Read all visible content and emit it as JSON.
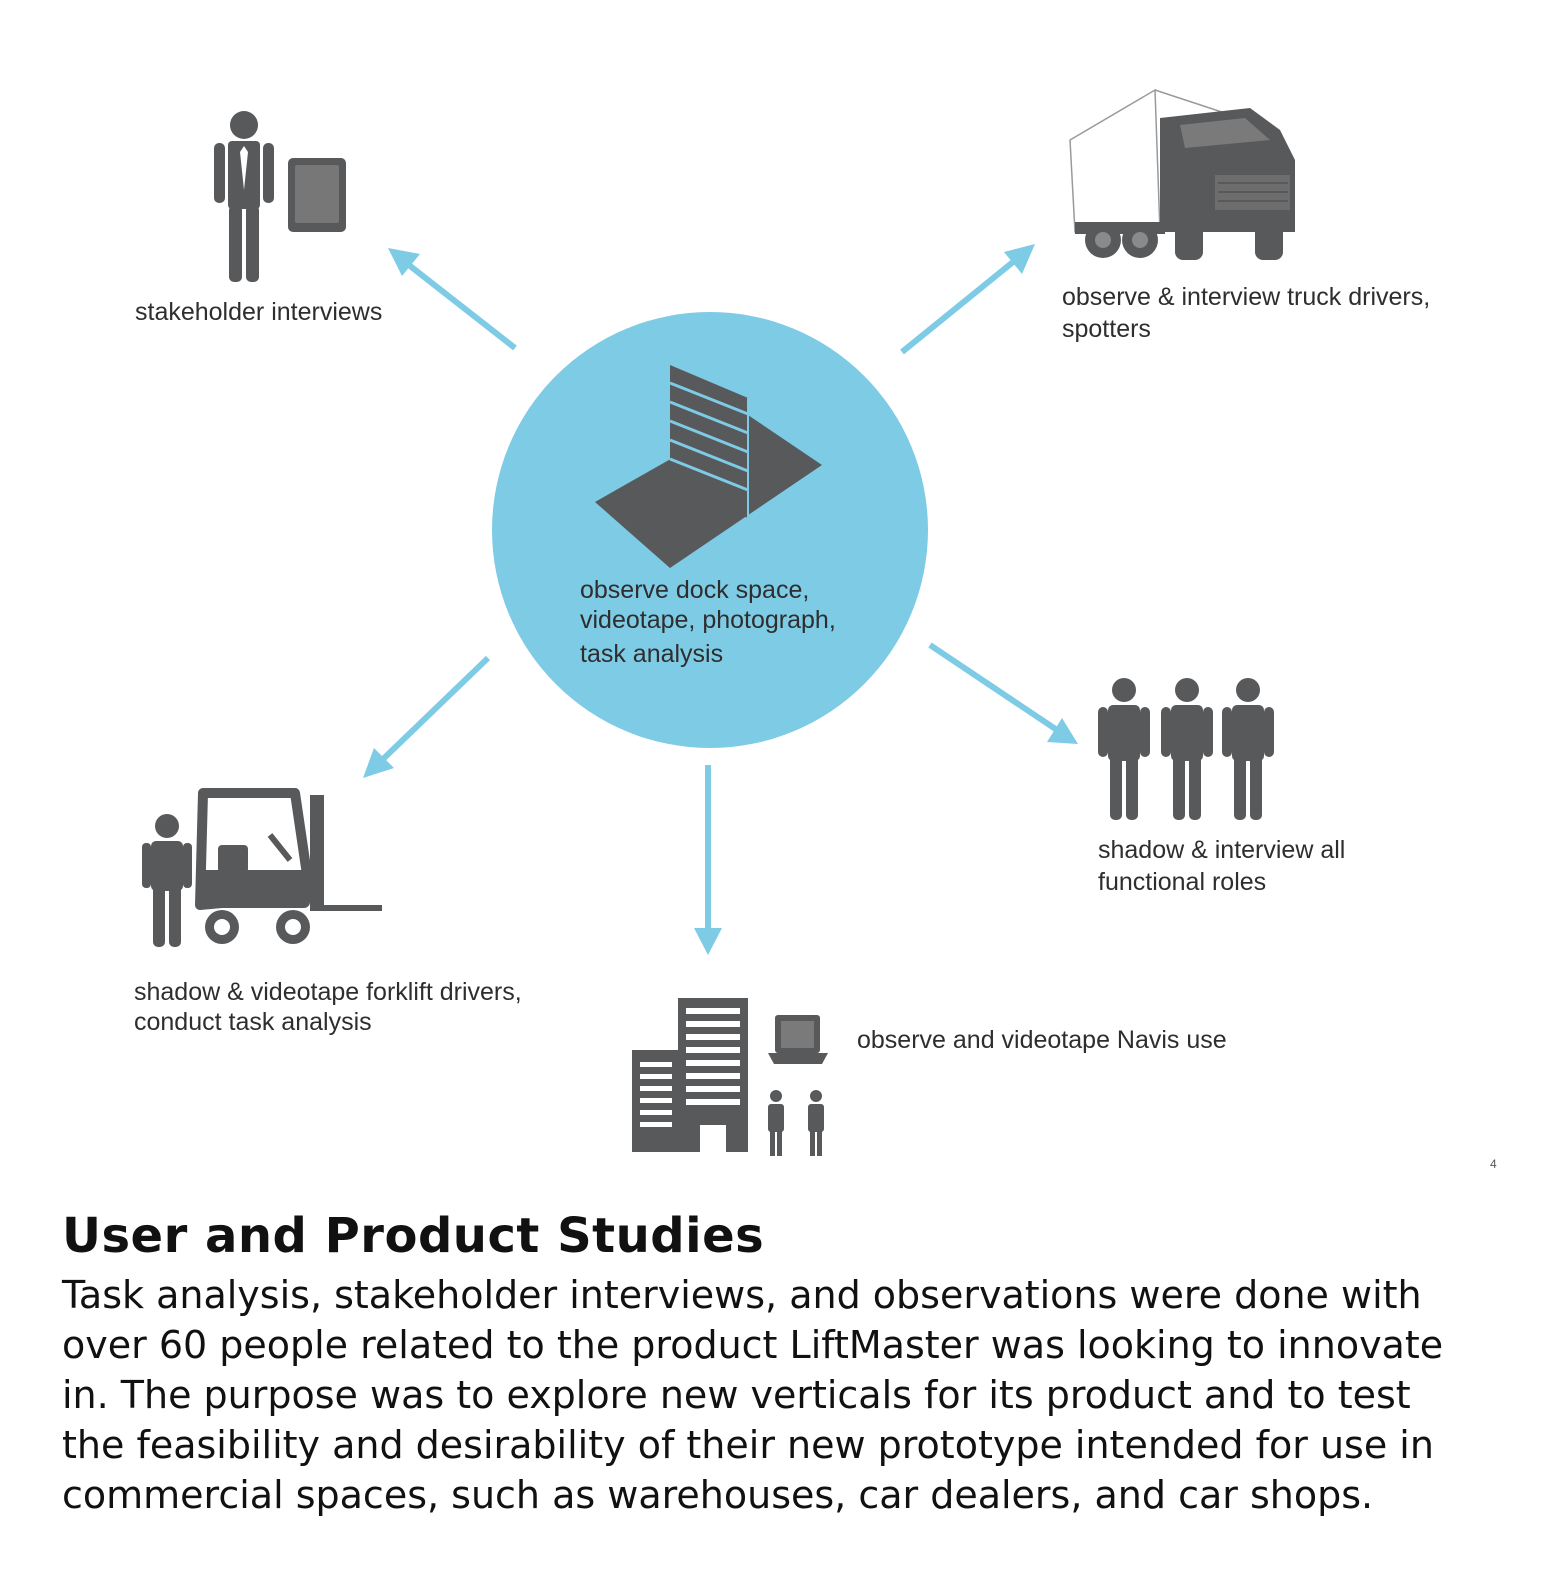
{
  "diagram": {
    "center": {
      "lines": [
        "observe dock space,",
        "videotape, photograph,",
        "task analysis"
      ]
    },
    "nodes": {
      "stakeholder": {
        "lines": [
          "stakeholder interviews"
        ],
        "icon": "businessman-tablet-icon"
      },
      "truck": {
        "lines": [
          "observe & interview truck drivers,",
          "spotters"
        ],
        "icon": "truck-icon"
      },
      "roles": {
        "lines": [
          "shadow & interview all",
          "functional roles"
        ],
        "icon": "three-people-icon"
      },
      "navis": {
        "lines": [
          "observe and videotape Navis use"
        ],
        "icon": "office-laptop-people-icon"
      },
      "forklift": {
        "lines": [
          "shadow & videotape forklift drivers,",
          "conduct task analysis"
        ],
        "icon": "forklift-driver-icon"
      }
    },
    "page_number": "4",
    "colors": {
      "accent": "#7ecbe6",
      "icon": "#58595b"
    }
  },
  "section": {
    "title": "User and Product Studies",
    "body": "Task analysis, stakeholder interviews, and observations were done with over 60 people related to the product LiftMaster was looking to innovate in. The purpose was to explore new verticals for its product and to test the feasibility and desirability of their new prototype intended for use in commercial spaces, such as warehouses, car dealers, and car shops."
  }
}
